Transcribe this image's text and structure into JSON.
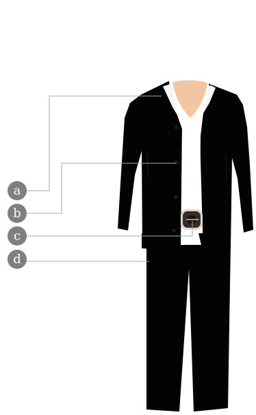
{
  "diagram": {
    "labels": [
      {
        "id": "a",
        "text": "a"
      },
      {
        "id": "b",
        "text": "b"
      },
      {
        "id": "c",
        "text": "c"
      },
      {
        "id": "d",
        "text": "d"
      }
    ]
  },
  "colors": {
    "suit": "#030303",
    "shirt": "#ffffff",
    "skin": "#f2c6a0",
    "belt_buckle": "#3b2a22",
    "marker": "#7f7f7f",
    "leader_line": "#a8a8a8"
  }
}
